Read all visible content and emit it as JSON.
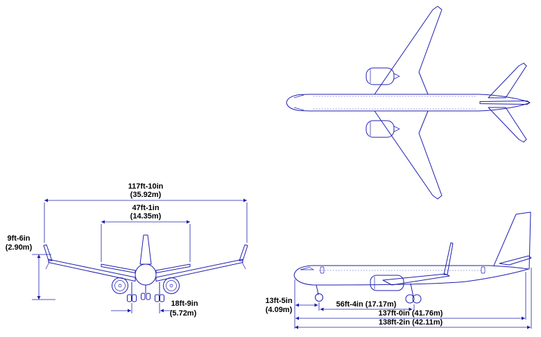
{
  "meta": {
    "description_colors": {
      "line_color": "#1d1db0",
      "text_color": "#000000",
      "background": "#ffffff"
    }
  },
  "front_view": {
    "wingspan": {
      "value": "117ft-10in",
      "metric": "(35.92m)"
    },
    "stab_span": {
      "value": "47ft-1in",
      "metric": "(14.35m)"
    },
    "height": {
      "value": "9ft-6in",
      "metric": "(2.90m)"
    },
    "gear_track": {
      "value": "18ft-9in",
      "metric": "(5.72m)"
    }
  },
  "side_view": {
    "nose_to_gear": {
      "value": "13ft-5in",
      "metric": "(4.09m)"
    },
    "gear_base": {
      "label": "56ft-4in (17.17m)"
    },
    "fuselage_length": {
      "label": "137ft-0in (41.76m)"
    },
    "overall_length": {
      "label": "138ft-2in (42.11m)"
    }
  }
}
